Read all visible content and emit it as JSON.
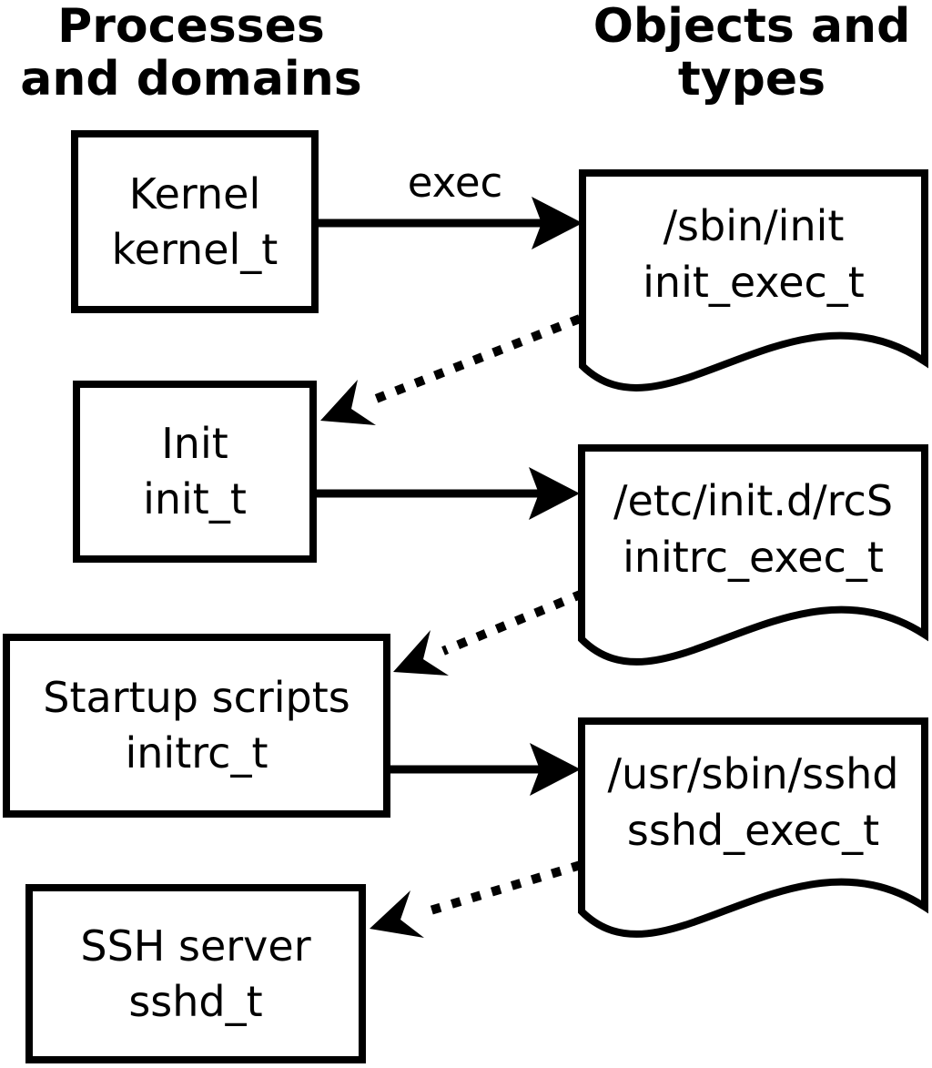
{
  "diagram": {
    "title_context": "SELinux domain transitions",
    "column_headers": {
      "left": {
        "line1": "Processes",
        "line2": "and domains"
      },
      "right": {
        "line1": "Objects and",
        "line2": "types"
      }
    },
    "processes": [
      {
        "name": "Kernel",
        "type": "kernel_t"
      },
      {
        "name": "Init",
        "type": "init_t"
      },
      {
        "name": "Startup scripts",
        "type": "initrc_t"
      },
      {
        "name": "SSH server",
        "type": "sshd_t"
      }
    ],
    "objects": [
      {
        "path": "/sbin/init",
        "type": "init_exec_t"
      },
      {
        "path": "/etc/init.d/rcS",
        "type": "initrc_exec_t"
      },
      {
        "path": "/usr/sbin/sshd",
        "type": "sshd_exec_t"
      }
    ],
    "exec_label": "exec",
    "edges": [
      {
        "style": "solid",
        "label": "exec",
        "from": "kernel_t",
        "to": "init_exec_t"
      },
      {
        "style": "dotted",
        "label": "",
        "from": "init_exec_t",
        "to": "init_t"
      },
      {
        "style": "solid",
        "label": "",
        "from": "init_t",
        "to": "initrc_exec_t"
      },
      {
        "style": "dotted",
        "label": "",
        "from": "initrc_exec_t",
        "to": "initrc_t"
      },
      {
        "style": "solid",
        "label": "",
        "from": "initrc_t",
        "to": "sshd_exec_t"
      },
      {
        "style": "dotted",
        "label": "",
        "from": "sshd_exec_t",
        "to": "sshd_t"
      }
    ],
    "colors": {
      "foreground": "#000000",
      "background": "#ffffff"
    }
  }
}
